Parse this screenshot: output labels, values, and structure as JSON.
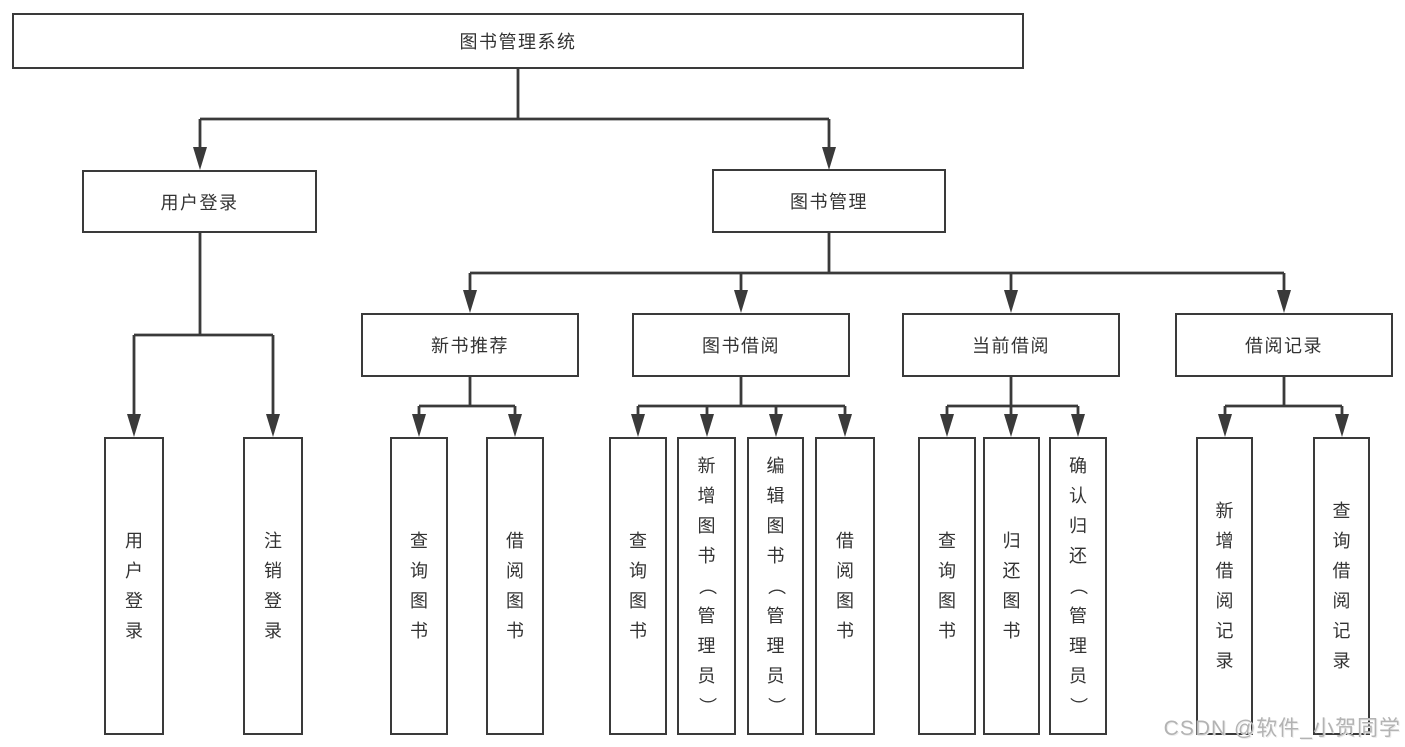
{
  "diagram": {
    "root": {
      "label": "图书管理系统",
      "children": [
        {
          "label": "用户登录",
          "children": [
            {
              "label": "用户登录"
            },
            {
              "label": "注销登录"
            }
          ]
        },
        {
          "label": "图书管理",
          "children": [
            {
              "label": "新书推荐",
              "children": [
                {
                  "label": "查询图书"
                },
                {
                  "label": "借阅图书"
                }
              ]
            },
            {
              "label": "图书借阅",
              "children": [
                {
                  "label": "查询图书"
                },
                {
                  "label": "新增图书（管理员）"
                },
                {
                  "label": "编辑图书（管理员）"
                },
                {
                  "label": "借阅图书"
                }
              ]
            },
            {
              "label": "当前借阅",
              "children": [
                {
                  "label": "查询图书"
                },
                {
                  "label": "归还图书"
                },
                {
                  "label": "确认归还（管理员）"
                }
              ]
            },
            {
              "label": "借阅记录",
              "children": [
                {
                  "label": "新增借阅记录"
                },
                {
                  "label": "查询借阅记录"
                }
              ]
            }
          ]
        }
      ]
    }
  },
  "watermark": {
    "text": "CSDN @软件_小贺同学"
  },
  "colors": {
    "line": "#3a3a3a",
    "text": "#333333",
    "background": "#ffffff"
  }
}
